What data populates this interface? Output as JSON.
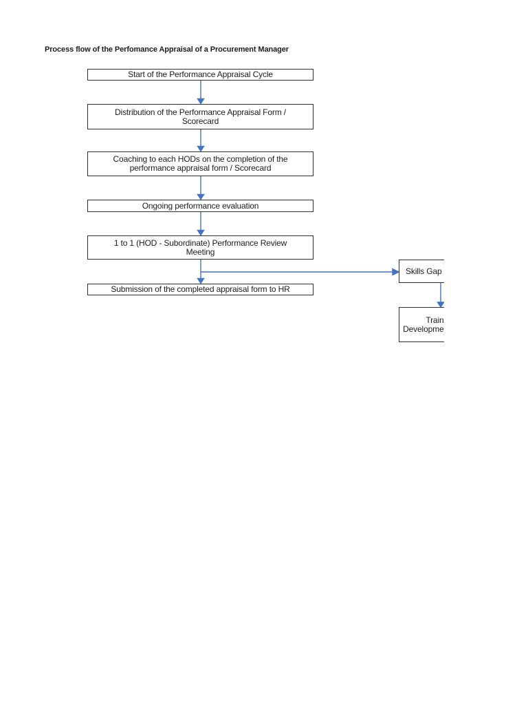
{
  "title": "Process flow of the Perfomance Appraisal of a Procurement Manager",
  "colors": {
    "arrow": "#4472c4",
    "border": "#2e2e2e",
    "text": "#1c1c1c",
    "bg": "#ffffff"
  },
  "flowchart": {
    "nodes": {
      "start": {
        "lines": [
          "Start of the Performance Appraisal Cycle"
        ]
      },
      "distribution": {
        "lines": [
          "Distribution of the Performance Appraisal Form /",
          "Scorecard"
        ]
      },
      "coaching": {
        "lines": [
          "Coaching to each HODs on the completion of the",
          "performance appraisal form / Scorecard"
        ]
      },
      "ongoing": {
        "lines": [
          "Ongoing performance evaluation"
        ]
      },
      "review": {
        "lines": [
          "1 to 1 (HOD - Subordinate) Performance Review",
          "Meeting"
        ]
      },
      "submission": {
        "lines": [
          "Submission of the completed appraisal form to HR"
        ]
      },
      "skills_gap": {
        "lines": [
          "Skills Gap"
        ]
      },
      "training_development": {
        "lines": [
          "Train",
          "Developme"
        ]
      }
    }
  }
}
